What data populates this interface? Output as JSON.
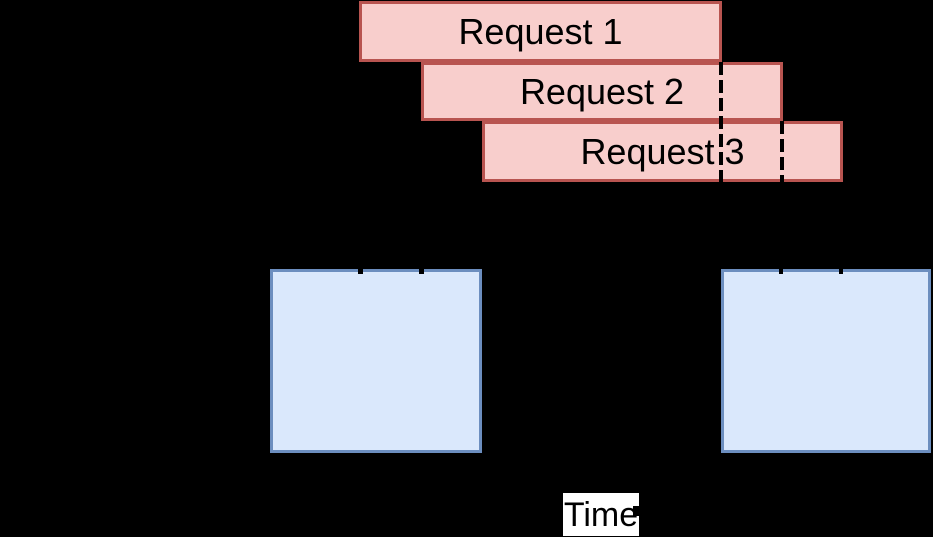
{
  "requests": {
    "bars": [
      {
        "label": "Request 1"
      },
      {
        "label": "Request 2"
      },
      {
        "label": "Request 3"
      }
    ]
  },
  "timeline": {
    "axis_label": "Time"
  },
  "colors": {
    "background": "#000000",
    "request_fill": "#f8cecc",
    "request_stroke": "#b85450",
    "batch_fill": "#dae8fc",
    "batch_stroke": "#6c8ebf",
    "line": "#000000",
    "text": "#000000",
    "axis_label_bg": "#ffffff"
  }
}
